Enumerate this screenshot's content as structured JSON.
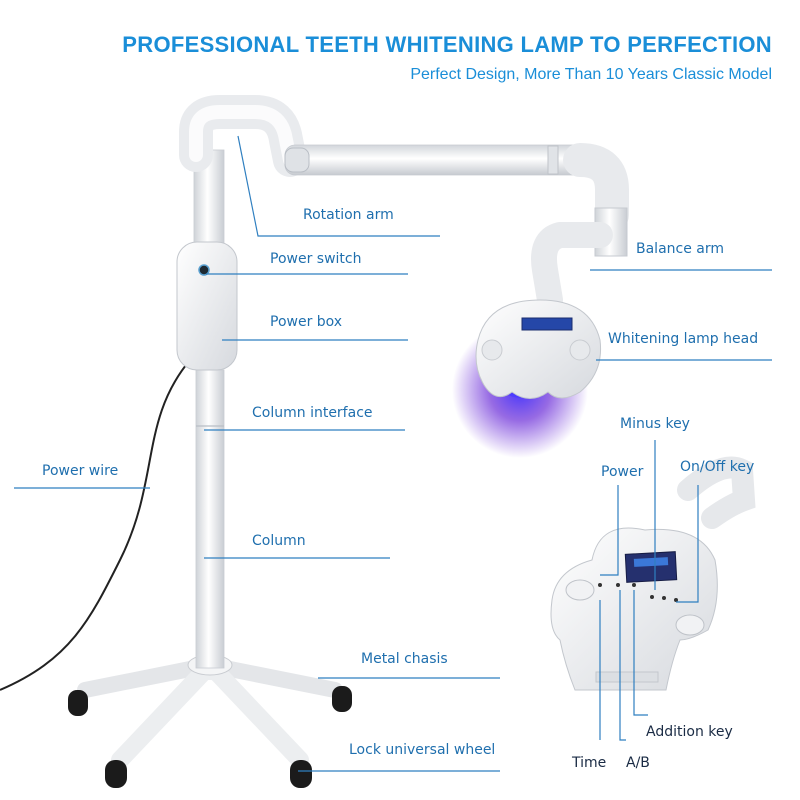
{
  "header": {
    "title": "PROFESSIONAL TEETH WHITENING LAMP TO PERFECTION",
    "subtitle": "Perfect Design, More Than 10 Years Classic Model"
  },
  "labels": {
    "rotation_arm": "Rotation arm",
    "balance_arm": "Balance arm",
    "power_switch": "Power switch",
    "power_box": "Power box",
    "whitening_lamp_head": "Whitening lamp head",
    "column_interface": "Column interface",
    "power_wire": "Power wire",
    "column": "Column",
    "metal_chasis": "Metal chasis",
    "lock_universal_wheel": "Lock universal wheel"
  },
  "detail_labels": {
    "minus_key": "Minus key",
    "power": "Power",
    "on_off_key": "On/Off key",
    "addition_key": "Addition key",
    "time": "Time",
    "ab": "A/B"
  },
  "colors": {
    "brand_blue": "#1a8ed8",
    "label_blue": "#1f6fae",
    "leader_line": "#2f7fc0",
    "uv_glow": "#6a2bd8"
  }
}
